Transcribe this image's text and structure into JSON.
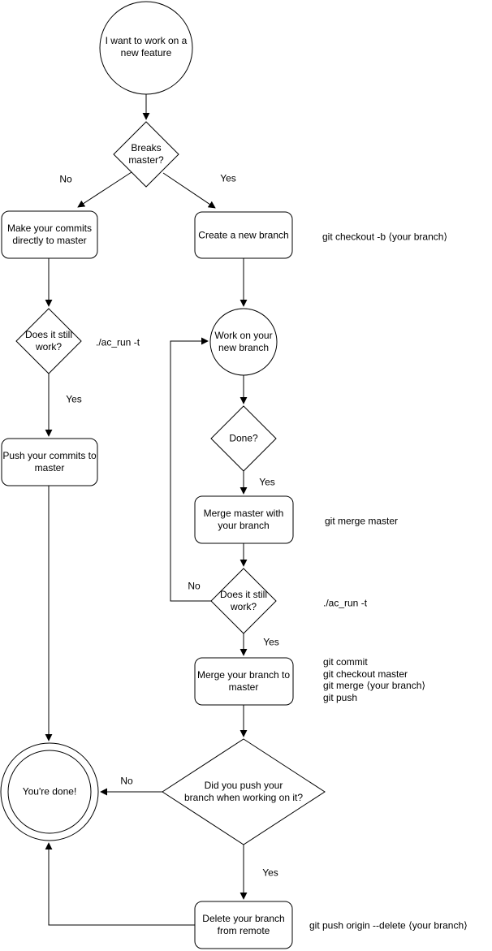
{
  "colors": {
    "stroke": "#000000",
    "fill": "#ffffff",
    "text": "#000000"
  },
  "nodes": {
    "start": "I want to work on a\nnew feature",
    "breaks_master": "Breaks\nmaster?",
    "make_commits": "Make your commits\ndirectly to master",
    "create_branch": "Create a new branch",
    "still_work_1": "Does it still\nwork?",
    "push_commits": "Push your commits to\nmaster",
    "work_branch": "Work on your\nnew branch",
    "done_q": "Done?",
    "merge_master": "Merge master with\nyour branch",
    "still_work_2": "Does it still\nwork?",
    "merge_branch": "Merge your branch to\nmaster",
    "did_push": "Did you push your\nbranch when working on it?",
    "youre_done": "You're done!",
    "delete_branch": "Delete your branch\nfrom remote"
  },
  "edge_labels": {
    "breaks_no": "No",
    "breaks_yes": "Yes",
    "still_work_1_yes": "Yes",
    "done_yes": "Yes",
    "still_work_2_no": "No",
    "still_work_2_yes": "Yes",
    "did_push_no": "No",
    "did_push_yes": "Yes"
  },
  "annotations": {
    "create_branch_cmd": "git checkout -b ⟨your branch⟩",
    "still_work_1_cmd": "./ac_run -t",
    "merge_master_cmd": "git merge master",
    "still_work_2_cmd": "./ac_run -t",
    "merge_branch_cmds": [
      "git commit",
      "git checkout master",
      "git merge ⟨your branch⟩",
      "git push"
    ],
    "delete_branch_cmd": "git push origin --delete ⟨your branch⟩"
  }
}
